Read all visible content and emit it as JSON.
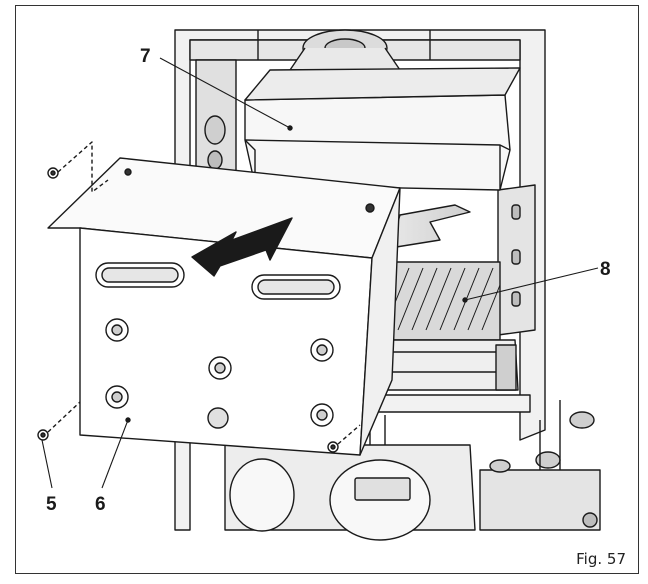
{
  "figure": {
    "caption": "Fig. 57"
  },
  "callouts": {
    "c5": "5",
    "c6": "6",
    "c7": "7",
    "c8": "8"
  }
}
